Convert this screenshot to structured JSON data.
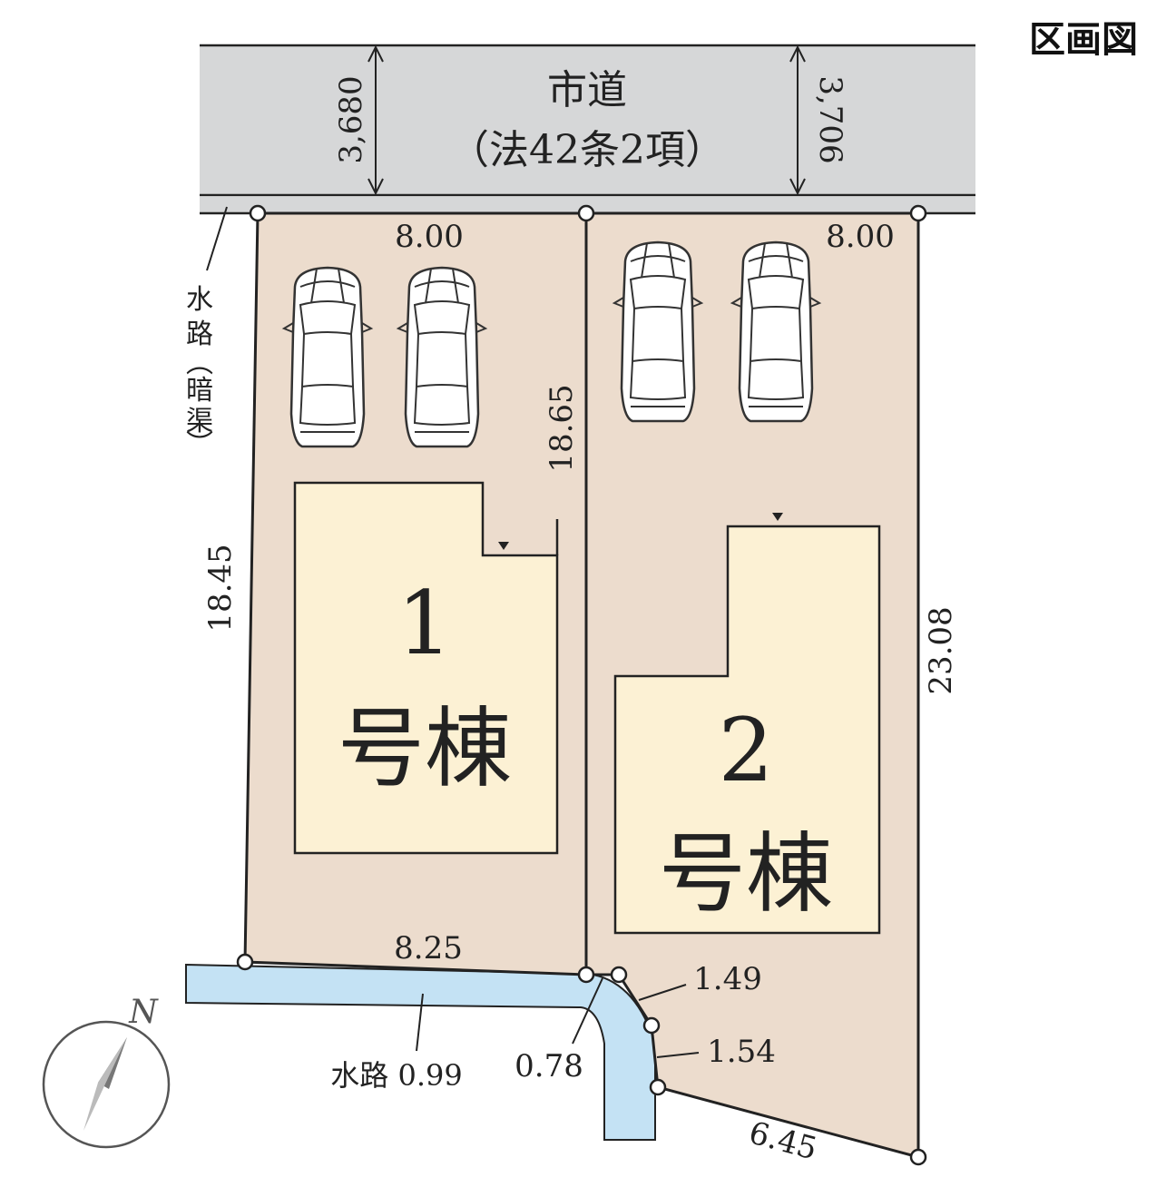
{
  "title": "区画図",
  "road": {
    "name": "市道",
    "note": "（法42条2項）",
    "width_left": "3,680",
    "width_right": "3,706"
  },
  "waterway_left": [
    "水",
    "路",
    "︵",
    "暗",
    "渠",
    "︶"
  ],
  "waterway_bottom": "水路 0.99",
  "dimensions": {
    "lot1_top": "8.00",
    "lot2_top": "8.00",
    "lot1_left": "18.45",
    "lot_middle": "18.65",
    "lot2_right": "23.08",
    "lot1_bottom": "8.25",
    "seg_078": "0.78",
    "seg_149": "1.49",
    "seg_154": "1.54",
    "seg_645": "6.45"
  },
  "buildings": {
    "b1_number": "1",
    "b1_label": "号棟",
    "b2_number": "2",
    "b2_label": "号棟"
  },
  "compass": {
    "north": "N"
  },
  "colors": {
    "lot": "#ecdccd",
    "building": "#fcf1d4",
    "road": "#d6d7d8",
    "water": "#c4e2f4",
    "line": "#222222"
  }
}
